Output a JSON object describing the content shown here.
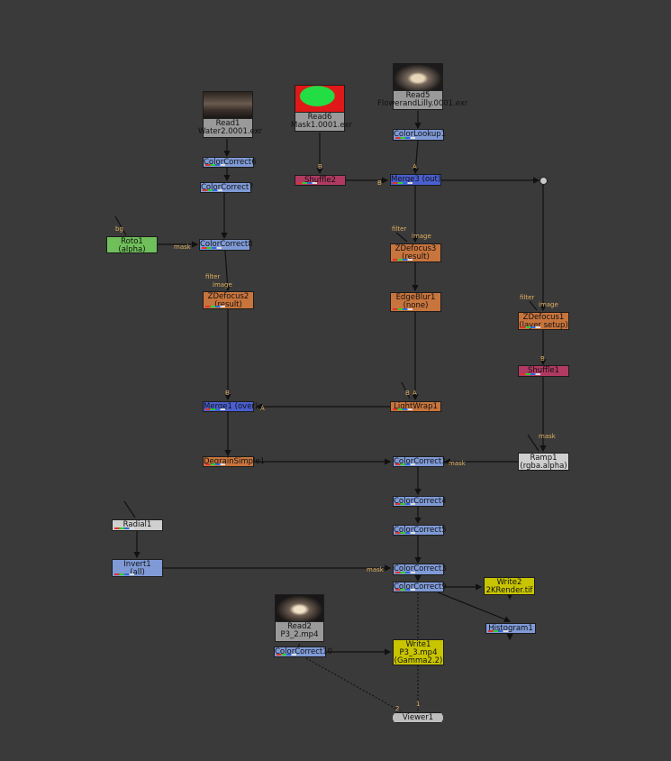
{
  "colors": {
    "background": "#3a3a3a",
    "colorcorrect": "#7f9ad6",
    "merge": "#4a5fd0",
    "shuffle": "#b03a62",
    "filter_orange": "#c8743d",
    "roto": "#6fbf5a",
    "write": "#c8c400",
    "draw": "#cfcfcf",
    "read": "#9a9a9a",
    "edge": "#111111",
    "edge_label": "#e0b060"
  },
  "nodes": {
    "read1": {
      "label": "Read1",
      "sub": "Water2.0001.exr"
    },
    "read6": {
      "label": "Read6",
      "sub": "Mask1.0001.exr"
    },
    "read5": {
      "label": "Read5",
      "sub": "FlowerandLilly.0001.exr"
    },
    "read2": {
      "label": "Read2",
      "sub": "P3_2.mp4"
    },
    "colorcorrect6": {
      "label": "ColorCorrect6"
    },
    "colorcorrect7": {
      "label": "ColorCorrect7"
    },
    "colorcorrect8": {
      "label": "ColorCorrect8"
    },
    "colorlookup1": {
      "label": "ColorLookup1"
    },
    "shuffle2": {
      "label": "Shuffle2"
    },
    "merge3": {
      "label": "Merge3 (out)"
    },
    "roto1": {
      "label": "Roto1",
      "sub": "(alpha)"
    },
    "zdefocus2": {
      "label": "ZDefocus2",
      "sub": "(result)"
    },
    "zdefocus3": {
      "label": "ZDefocus3",
      "sub": "(result)"
    },
    "edgeblur1": {
      "label": "EdgeBlur1",
      "sub": "(none)"
    },
    "zdefocus1": {
      "label": "ZDefocus1",
      "sub": "(layer setup)"
    },
    "shuffle1": {
      "label": "Shuffle1"
    },
    "merge1": {
      "label": "Merge1 (over)"
    },
    "lightwrap1": {
      "label": "LightWrap1"
    },
    "degrainsimple": {
      "label": "DegrainSimple1"
    },
    "colorcorrect1": {
      "label": "ColorCorrect1"
    },
    "ramp1": {
      "label": "Ramp1",
      "sub": "(rgba.alpha)"
    },
    "colorcorrect4": {
      "label": "ColorCorrect4"
    },
    "colorcorrect5": {
      "label": "ColorCorrect5"
    },
    "radial1": {
      "label": "Radial1"
    },
    "invert1": {
      "label": "Invert1",
      "sub": "(all)"
    },
    "colorcorrect3": {
      "label": "ColorCorrect3"
    },
    "colorcorrect9": {
      "label": "ColorCorrect9"
    },
    "write2": {
      "label": "Write2",
      "sub": "2KRender.tif"
    },
    "histogram1": {
      "label": "Histogram1"
    },
    "colorcorrect10": {
      "label": "ColorCorrect10"
    },
    "write1": {
      "label": "Write1",
      "sub": "P3_3.mp4",
      "sub2": "(Gamma2.2)"
    },
    "viewer1": {
      "label": "Viewer1"
    }
  },
  "pipe_labels": {
    "bg": "bg",
    "mask": "mask",
    "filter": "filter",
    "image": "image",
    "a": "A",
    "b": "B",
    "one": "1",
    "two": "2"
  }
}
